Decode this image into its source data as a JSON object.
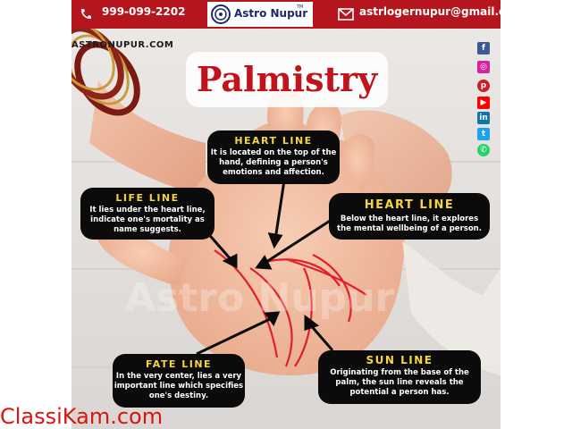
{
  "header": {
    "phone": "999-099-2202",
    "brand": "Astro Nupur",
    "brand_tm": "TM",
    "email": "astrlogernupur@gmail.com",
    "bar_color": "#b5161d"
  },
  "site_url": "ASTRONUPUR.COM",
  "title": "Palmistry",
  "watermark": "Astro Nupur",
  "social_icons": [
    "facebook-icon",
    "instagram-icon",
    "pinterest-icon",
    "youtube-icon",
    "linkedin-icon",
    "twitter-icon",
    "whatsapp-icon"
  ],
  "cards": [
    {
      "heading": "HEART LINE",
      "body": [
        "It is located on the top of the",
        "hand, defining a person's",
        "emotions and affection."
      ]
    },
    {
      "heading": "LIFE LINE",
      "body": [
        "It lies under the heart line,",
        "indicate one's mortality as",
        "name suggests."
      ]
    },
    {
      "heading": "HEART LINE",
      "body": [
        "Below the heart line, it explores",
        "the mental wellbeing of a person."
      ]
    },
    {
      "heading": "FATE LINE",
      "body": [
        "In the very center, lies a very",
        "important line which specifies",
        "one's destiny."
      ]
    },
    {
      "heading": "SUN LINE",
      "body": [
        "Originating from the base of the",
        "palm, the sun line reveals the",
        "potential a person has."
      ]
    }
  ],
  "footer": {
    "brand": "ClassiKam.com"
  },
  "colors": {
    "title_red": "#c0141c",
    "heading_yellow": "#f7d43a",
    "line_red": "#e0202a"
  }
}
